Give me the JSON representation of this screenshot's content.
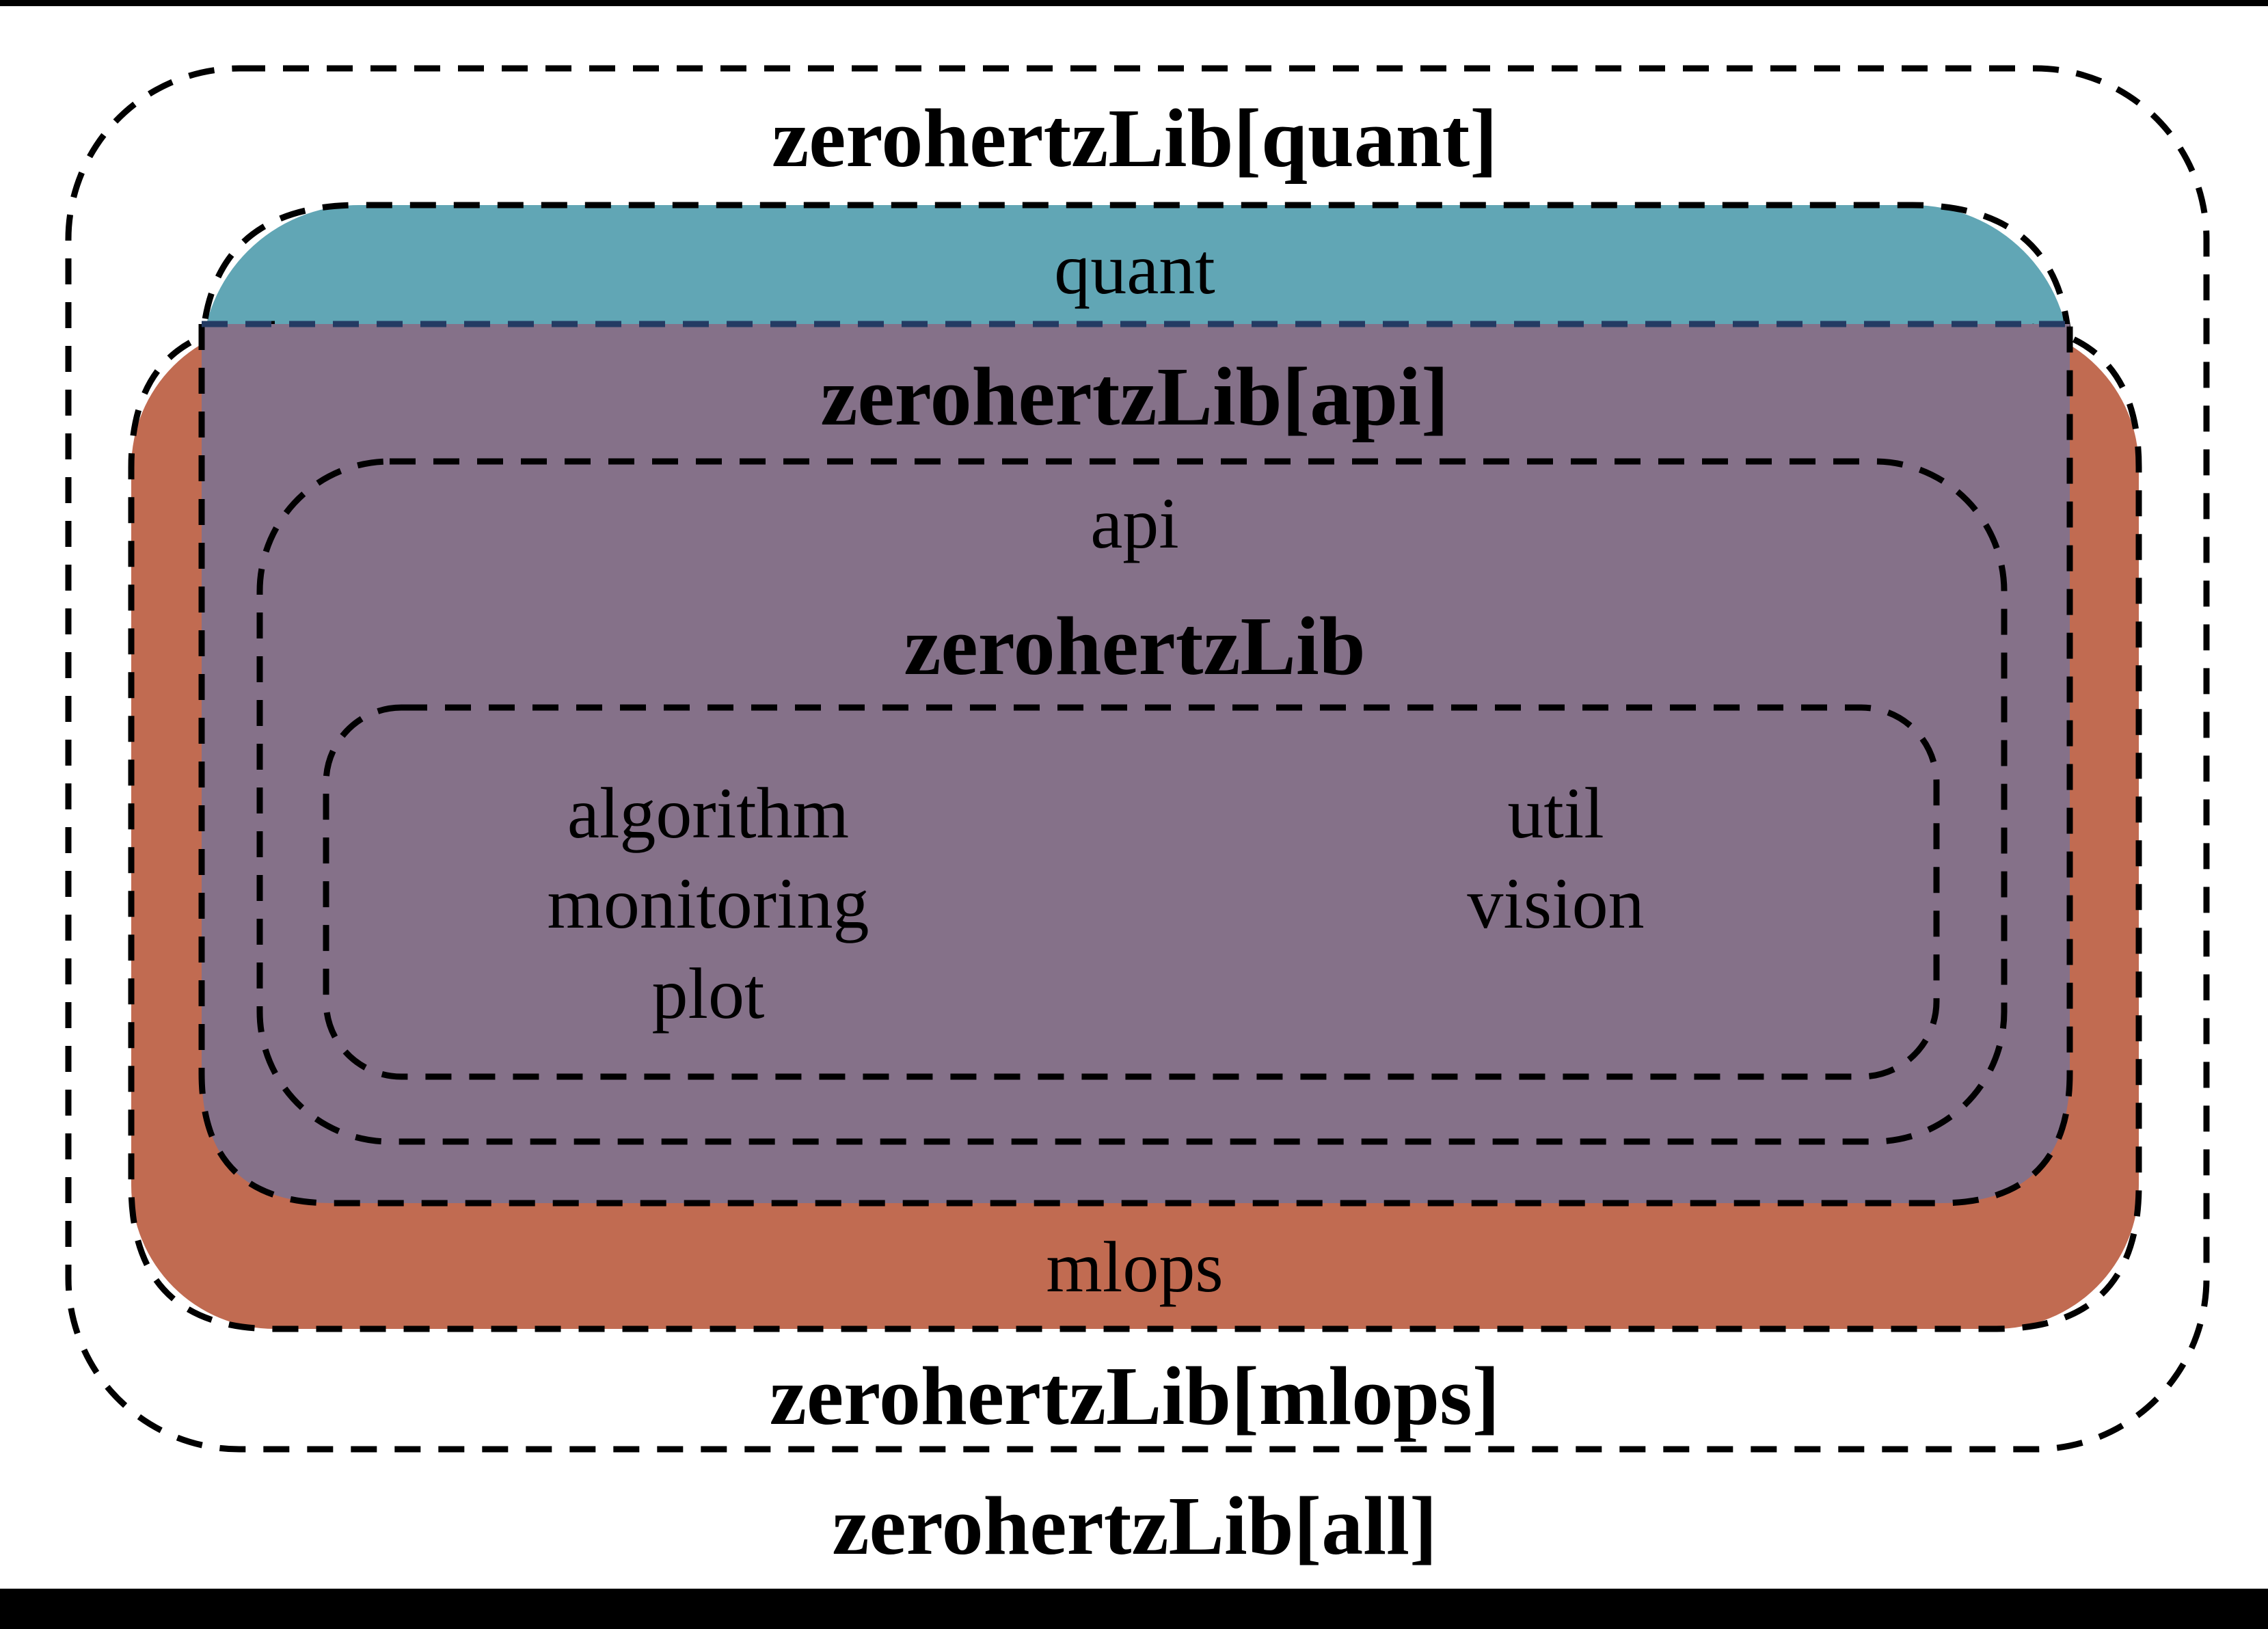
{
  "diagram": {
    "packages": {
      "quant_extra_label": "zerohertzLib[quant]",
      "quant_label": "quant",
      "api_extra_label": "zerohertzLib[api]",
      "api_label": "api",
      "core_label": "zerohertzLib",
      "mlops_label": "mlops",
      "mlops_extra_label": "zerohertzLib[mlops]",
      "all_label": "zerohertzLib[all]"
    },
    "core_modules": {
      "left": [
        "algorithm",
        "monitoring",
        "plot"
      ],
      "right": [
        "util",
        "vision"
      ]
    }
  },
  "colors": {
    "green": "#7fd2a2",
    "teal": "#61a6b5",
    "orange": "#c16b51",
    "purple": "#857189",
    "blue": "#5f90c7",
    "inner_white": "#ffffff",
    "dash_black": "#000000",
    "dash_navy": "#243b63",
    "bar_black": "#000000",
    "text": "#000000"
  }
}
